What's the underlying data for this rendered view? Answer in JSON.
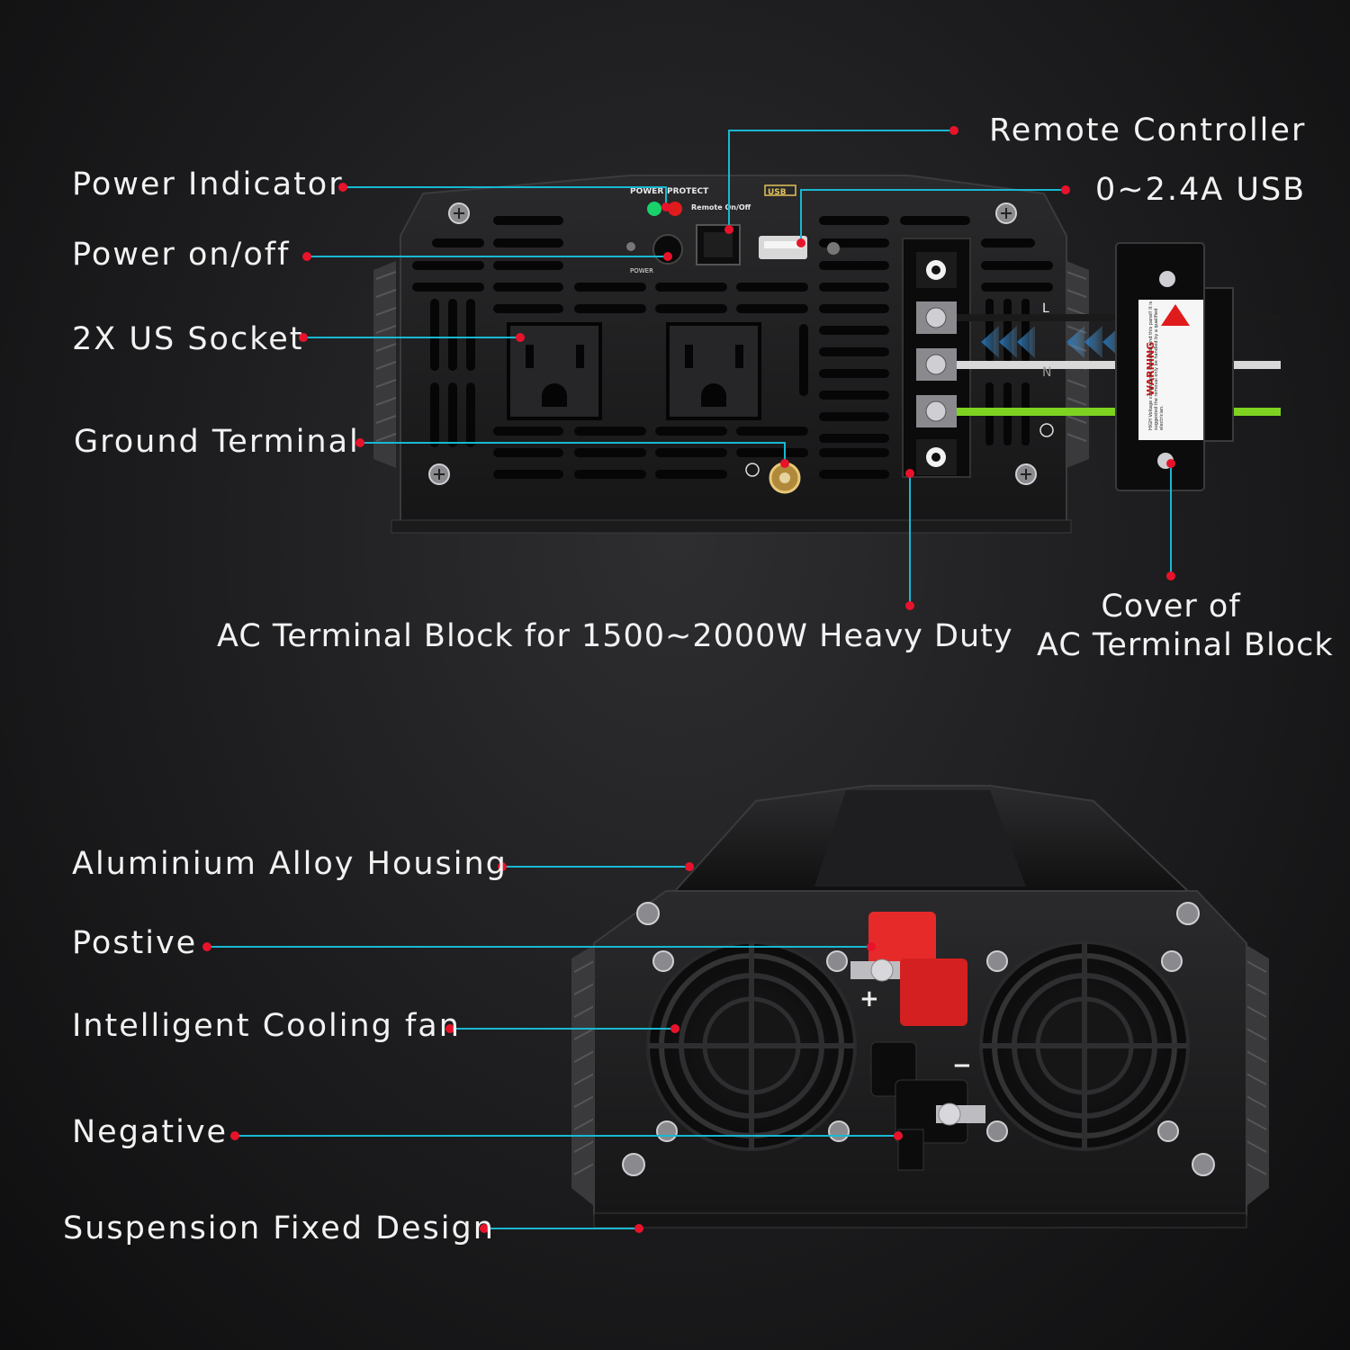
{
  "labels": {
    "power_indicator": "Power Indicator",
    "power_onoff": "Power on/off",
    "us_socket": "2X US Socket",
    "ground_terminal": "Ground Terminal",
    "remote_controller": "Remote Controller",
    "usb": "0~2.4A USB",
    "ac_terminal_block": "AC Terminal Block for 1500~2000W Heavy Duty",
    "cover_line1": "Cover of",
    "cover_line2": "AC Terminal Block",
    "housing": "Aluminium Alloy Housing",
    "positive": "Postive",
    "cooling_fan": "Intelligent Cooling fan",
    "negative": "Negative",
    "suspension": "Suspension Fixed Design"
  },
  "panel": {
    "power_led": "POWER",
    "protect_led": "PROTECT",
    "remote_port": "Remote On/Off",
    "usb_port": "USB",
    "power_switch": "POWER",
    "line_l": "L",
    "line_n": "N"
  },
  "cover": {
    "warning_title": "WARNING",
    "warning_text": "HIGH Voltage components located behind this panel! It is suggested the removal only be handled by a qualified electrician."
  },
  "rear": {
    "plus": "+",
    "minus": "−"
  },
  "colors": {
    "leader_line": "#19b8d2",
    "leader_dot": "#e8132b",
    "positive_terminal": "#e62a2a",
    "ground_wire": "#7ed321"
  }
}
